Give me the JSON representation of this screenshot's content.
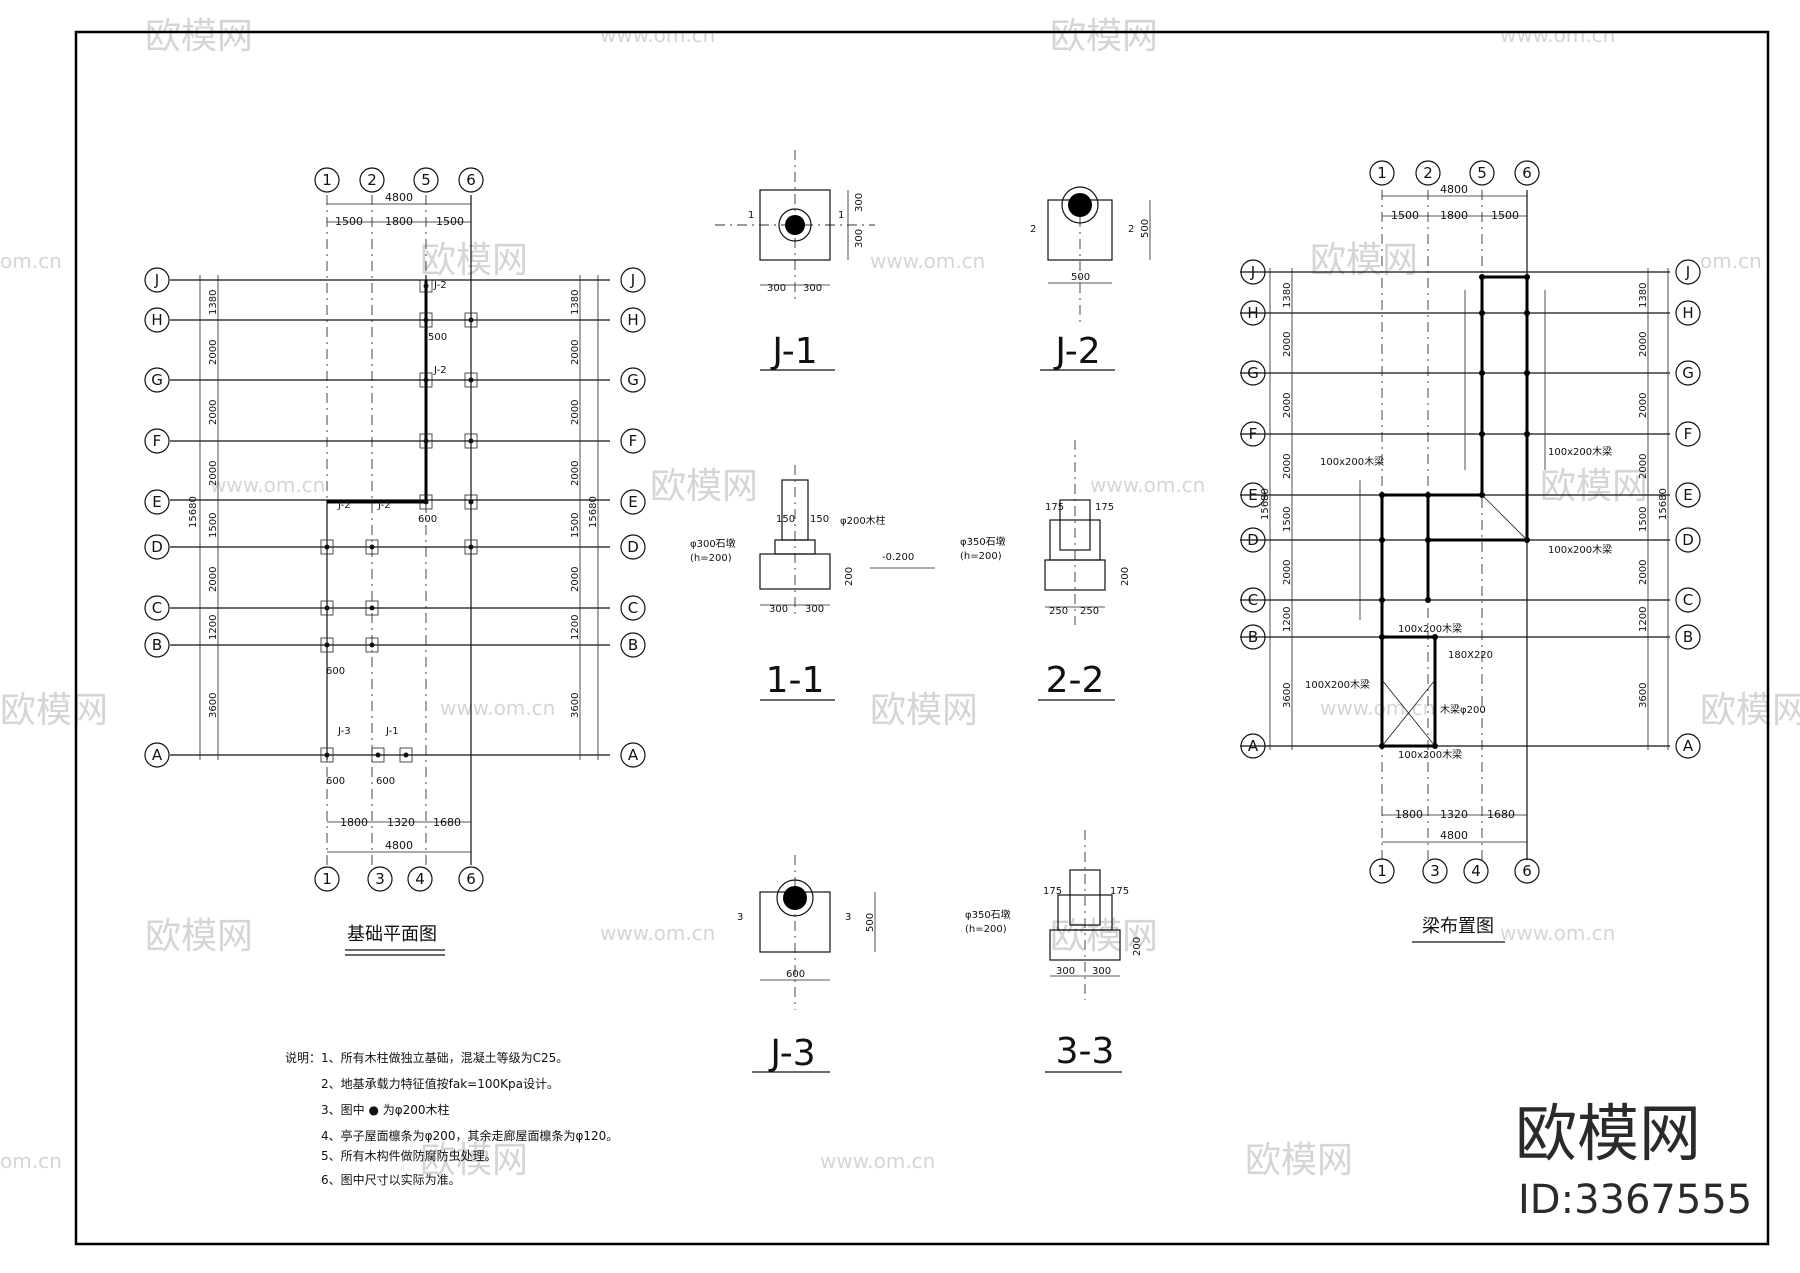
{
  "titles": {
    "foundation_plan": "基础平面图",
    "beam_layout": "梁布置图",
    "j1": "J-1",
    "j2": "J-2",
    "j3": "J-3",
    "s11": "1-1",
    "s22": "2-2",
    "s33": "3-3"
  },
  "grid_top": [
    "1",
    "2",
    "5",
    "6"
  ],
  "grid_bottom": [
    "1",
    "3",
    "4",
    "6"
  ],
  "grid_rows": [
    "J",
    "H",
    "G",
    "F",
    "E",
    "D",
    "C",
    "B",
    "A"
  ],
  "dims": {
    "top_total": "4800",
    "top_parts": [
      "1500",
      "1800",
      "1500"
    ],
    "bottom_parts": [
      "1800",
      "1320",
      "1680"
    ],
    "bottom_total": "4800",
    "row_parts": [
      "1380",
      "2000",
      "2000",
      "2000",
      "1500",
      "2000",
      "1200",
      "3600"
    ],
    "row_total": "15680",
    "d500": "500",
    "d600": "600",
    "d300": "300",
    "d150": "150",
    "d175": "175",
    "d250": "250",
    "d200": "200"
  },
  "labels": {
    "j1": "J-1",
    "j2": "J-2",
    "j3": "J-3",
    "col200": "φ200木柱",
    "stone300": "φ300石墩",
    "stone350": "φ350石墩",
    "h200": "(h=200)",
    "elev": "-0.200",
    "beam100": "100x200木梁",
    "beam100b": "100X200木梁",
    "beam180": "180X220",
    "beam_col": "木梁φ200",
    "sec1": "1",
    "sec2": "2",
    "sec3": "3"
  },
  "notes": [
    "说明：1、所有木柱做独立基础，混凝土等级为C25。",
    "2、地基承载力特征值按fak=100Kpa设计。",
    "3、图中 ● 为φ200木柱",
    "4、亭子屋面檩条为φ200，其余走廊屋面檩条为φ120。",
    "5、所有木构件做防腐防虫处理。",
    "6、图中尺寸以实际为准。"
  ],
  "watermark": {
    "cn": "欧模网",
    "url": "www.om.cn",
    "url_short": "om.cn"
  },
  "brand": {
    "name": "欧模网",
    "id": "ID:3367555"
  }
}
